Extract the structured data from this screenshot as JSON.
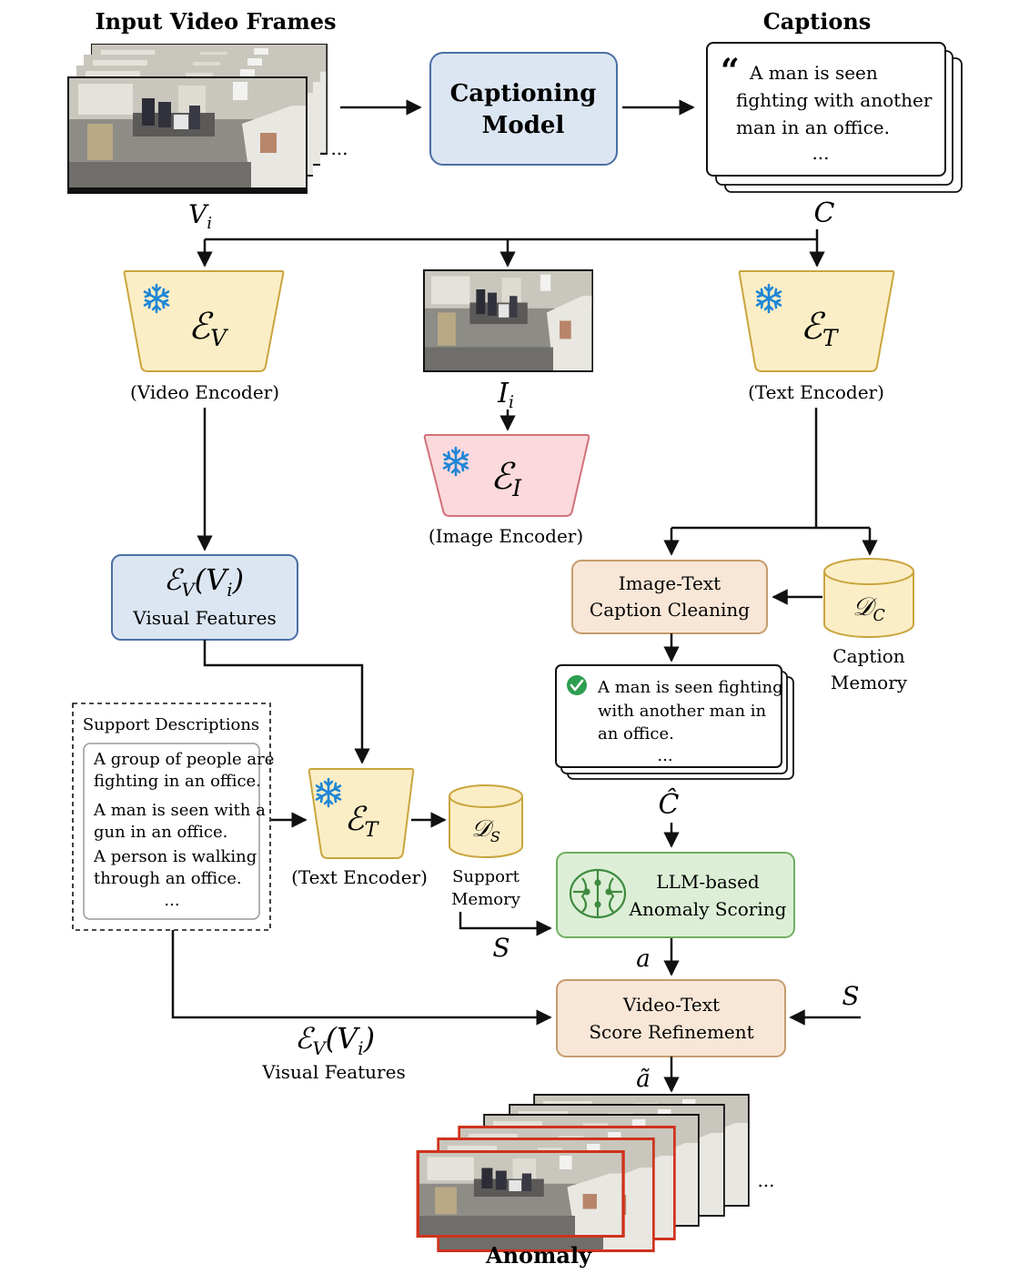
{
  "input": {
    "title": "Input Video Frames",
    "symbol": "V",
    "symbol_sub": "i"
  },
  "captioning": {
    "line1": "Captioning",
    "line2": "Model"
  },
  "captions": {
    "title": "Captions",
    "quote_mark": "“",
    "text_lines": [
      "A man is seen",
      "fighting with another",
      "man in an office."
    ],
    "ellipsis": "...",
    "symbol": "C"
  },
  "video_encoder": {
    "symbol": "ℰ",
    "sub": "V",
    "label": "(Video Encoder)"
  },
  "frame": {
    "symbol": "I",
    "symbol_sub": "i"
  },
  "text_encoder": {
    "symbol": "ℰ",
    "sub": "T",
    "label": "(Text Encoder)"
  },
  "image_encoder": {
    "symbol": "ℰ",
    "sub": "I",
    "label": "(Image Encoder)"
  },
  "visual_features": {
    "formula_main": "ℰ",
    "formula_sub": "V",
    "formula_arg": "(V",
    "formula_arg_sub": "i",
    "formula_close": ")",
    "label": "Visual Features"
  },
  "cleaning": {
    "line1": "Image-Text",
    "line2": "Caption Cleaning"
  },
  "caption_memory": {
    "symbol": "𝒟",
    "sub": "C",
    "line1": "Caption",
    "line2": "Memory"
  },
  "cleaned_captions": {
    "lines": [
      "A man is seen fighting",
      "with another man in",
      "an office."
    ],
    "ellipsis": "...",
    "symbol": "Ĉ"
  },
  "support": {
    "title": "Support Descriptions",
    "descriptions": [
      [
        "A group of people are",
        "fighting in an office."
      ],
      [
        "A man is seen with a",
        "gun in an office."
      ],
      [
        "A person is walking",
        "through an office."
      ]
    ],
    "ellipsis": "..."
  },
  "text_encoder_2": {
    "symbol": "ℰ",
    "sub": "T",
    "label": "(Text Encoder)"
  },
  "support_memory": {
    "symbol": "𝒟",
    "sub": "S",
    "line1": "Support",
    "line2": "Memory"
  },
  "llm": {
    "line1": "LLM-based",
    "line2": "Anomaly Scoring"
  },
  "symbols": {
    "S": "S",
    "a": "a",
    "a_tilde": "ã"
  },
  "refinement": {
    "line1": "Video-Text",
    "line2": "Score Refinement"
  },
  "bottom_features": {
    "formula_main": "ℰ",
    "formula_sub": "V",
    "formula_arg": "(V",
    "formula_arg_sub": "i",
    "formula_close": ")",
    "label": "Visual Features"
  },
  "output": {
    "title": "Anomaly",
    "ellipsis": "..."
  },
  "colors": {
    "blue_box": "#dce6f2",
    "blue_border": "#4a6fa5",
    "yellow": "#fbeec6",
    "yellow_border": "#caa53e",
    "pink": "#fbd9dc",
    "pink_border": "#d2727a",
    "peach": "#f8e6d6",
    "peach_border": "#c69c6d",
    "green": "#dcefd6",
    "green_border": "#6fae62",
    "snowflake": "#1f86d6",
    "check": "#2e9e4f",
    "anomaly_red": "#d0321c"
  }
}
